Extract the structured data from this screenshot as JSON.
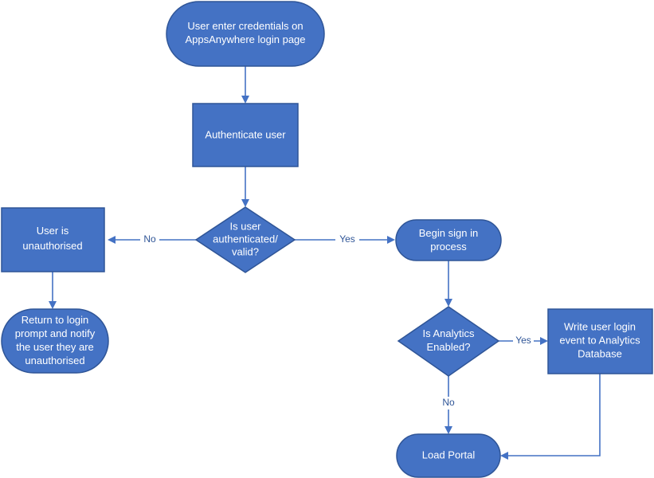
{
  "colors": {
    "node_fill": "#4472C4",
    "node_stroke": "#2F5597",
    "edge": "#4472C4",
    "edge_label": "#2F5597",
    "background": "#ffffff"
  },
  "nodes": {
    "login": {
      "shape": "terminal",
      "lines": [
        "User enter credentials on",
        "AppsAnywhere login page"
      ]
    },
    "authenticate": {
      "shape": "process",
      "lines": [
        "Authenticate user"
      ]
    },
    "auth_decision": {
      "shape": "decision",
      "lines": [
        "Is user",
        "authenticated/",
        "valid?"
      ]
    },
    "unauthorised": {
      "shape": "process",
      "lines": [
        "User is",
        "unauthorised"
      ]
    },
    "return_login": {
      "shape": "terminal",
      "lines": [
        "Return to login",
        "prompt and notify",
        "the user they are",
        "unauthorised"
      ]
    },
    "sign_in": {
      "shape": "terminal",
      "lines": [
        "Begin sign in",
        "process"
      ]
    },
    "analytics_decision": {
      "shape": "decision",
      "lines": [
        "Is Analytics",
        "Enabled?"
      ]
    },
    "write_event": {
      "shape": "process",
      "lines": [
        "Write user login",
        "event to Analytics",
        "Database"
      ]
    },
    "load_portal": {
      "shape": "terminal",
      "lines": [
        "Load Portal"
      ]
    }
  },
  "edges": {
    "login_to_authenticate": {
      "label": ""
    },
    "authenticate_to_decision": {
      "label": ""
    },
    "decision_no": {
      "label": "No"
    },
    "decision_yes": {
      "label": "Yes"
    },
    "unauthorised_to_return": {
      "label": ""
    },
    "signin_to_analytics": {
      "label": ""
    },
    "analytics_yes": {
      "label": "Yes"
    },
    "analytics_no": {
      "label": "No"
    },
    "write_to_portal": {
      "label": ""
    }
  }
}
